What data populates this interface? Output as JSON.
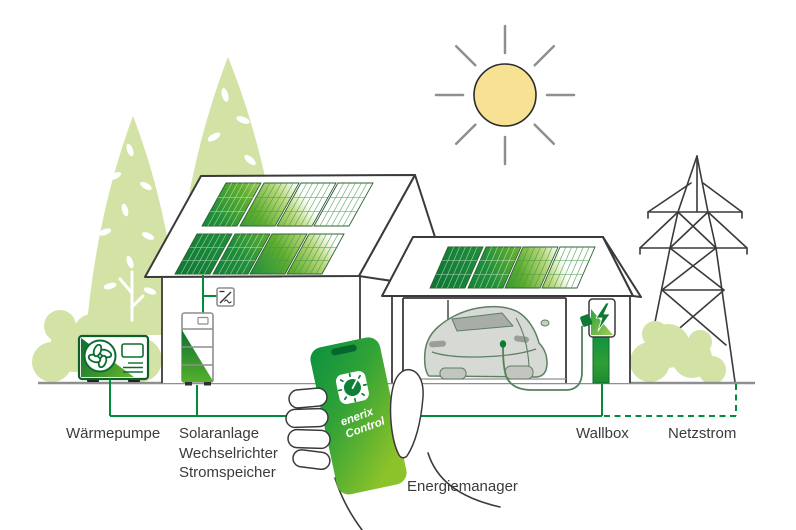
{
  "labels": {
    "waermepumpe": "Wärmepumpe",
    "solaranlage": "Solaranlage",
    "wechselrichter": "Wechselrichter",
    "stromspeicher": "Stromspeicher",
    "wallbox": "Wallbox",
    "netzstrom": "Netzstrom",
    "energiemanager": "Energiemanager"
  },
  "phone": {
    "app_name_line1": "enerix",
    "app_name_line2": "Control"
  },
  "icons": {
    "sun": "sun-icon",
    "heat_pump_fan": "fan-icon",
    "inverter_symbol": "dc-ac-inverter-icon",
    "wallbox_bolt": "lightning-bolt-icon",
    "app_logo": "enerix-sun-dial-icon"
  },
  "colors": {
    "brand_green": "#008c3a",
    "panel_dark_green": "#0d7434",
    "panel_mid_green": "#1e8e39",
    "panel_light_green": "#5fae2e",
    "foliage_light_green": "#d3e2a5",
    "sun_yellow": "#f7e193",
    "ground_gray": "#8f8f8f",
    "outline_dark": "#3a3a3a",
    "text_gray": "#3b3b3b",
    "car_gray": "#d7d9d4"
  }
}
